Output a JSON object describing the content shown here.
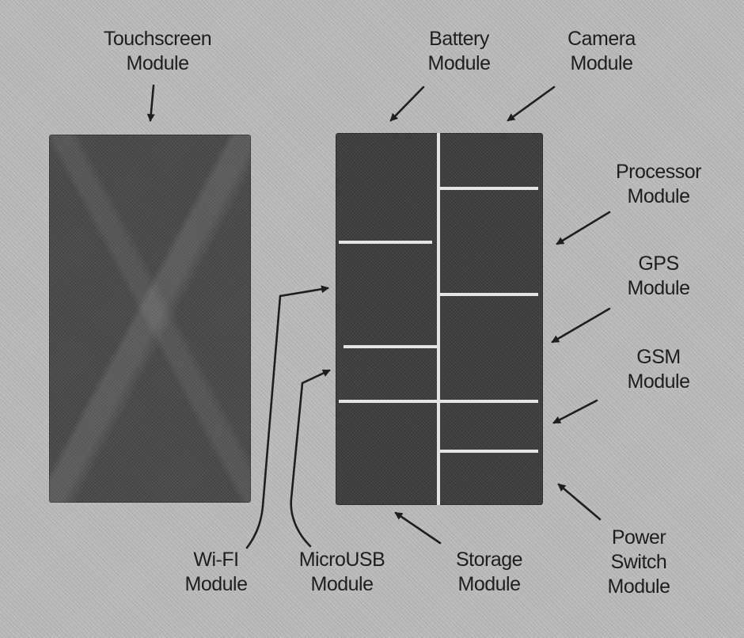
{
  "labels": {
    "touchscreen": {
      "line1": "Touchscreen",
      "line2": "Module"
    },
    "battery": {
      "line1": "Battery",
      "line2": "Module"
    },
    "camera": {
      "line1": "Camera",
      "line2": "Module"
    },
    "processor": {
      "line1": "Processor",
      "line2": "Module"
    },
    "gps": {
      "line1": "GPS",
      "line2": "Module"
    },
    "gsm": {
      "line1": "GSM",
      "line2": "Module"
    },
    "power_switch": {
      "line1": "Power",
      "line2": "Switch",
      "line3": "Module"
    },
    "storage": {
      "line1": "Storage",
      "line2": "Module"
    },
    "microusb": {
      "line1": "MicroUSB",
      "line2": "Module"
    },
    "wifi": {
      "line1": "Wi-FI",
      "line2": "Module"
    }
  },
  "colors": {
    "background": "#bcbcbc",
    "panel": "#3e3e3e",
    "divider": "#e4e4e4",
    "text": "#1e1e1e"
  }
}
